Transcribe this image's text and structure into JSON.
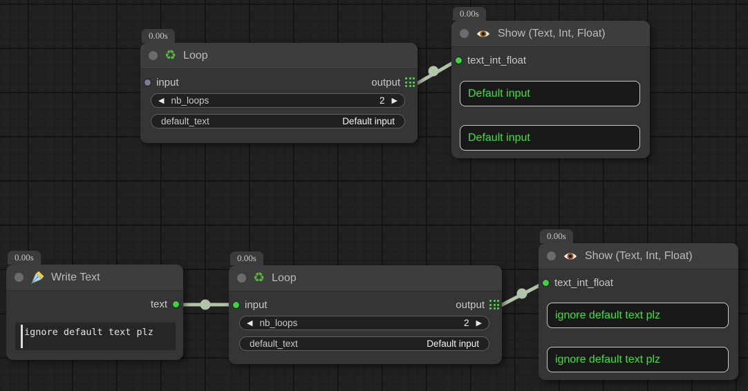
{
  "nodes": {
    "loop_top": {
      "timer": "0.00s",
      "title": "Loop",
      "icon": "recycle-icon",
      "icon_glyph": "♻",
      "input_label": "input",
      "output_label": "output",
      "widgets": {
        "nb_loops": {
          "label": "nb_loops",
          "value": "2",
          "dec_arrow": "◀",
          "inc_arrow": "▶"
        },
        "default_text": {
          "label": "default_text",
          "value": "Default input"
        }
      }
    },
    "show_top": {
      "timer": "0.00s",
      "title": "Show (Text, Int, Float)",
      "icon": "eye-icon",
      "input_label": "text_int_float",
      "boxes": [
        "Default input",
        "Default input"
      ]
    },
    "write_text": {
      "timer": "0.00s",
      "title": "Write Text",
      "icon": "pen-icon",
      "output_label": "text",
      "textarea_value": "ignore default text plz"
    },
    "loop_bottom": {
      "timer": "0.00s",
      "title": "Loop",
      "icon": "recycle-icon",
      "icon_glyph": "♻",
      "input_label": "input",
      "output_label": "output",
      "widgets": {
        "nb_loops": {
          "label": "nb_loops",
          "value": "2",
          "dec_arrow": "◀",
          "inc_arrow": "▶"
        },
        "default_text": {
          "label": "default_text",
          "value": "Default input"
        }
      }
    },
    "show_bottom": {
      "timer": "0.00s",
      "title": "Show (Text, Int, Float)",
      "icon": "eye-icon",
      "input_label": "text_int_float",
      "boxes": [
        "ignore default text plz",
        "ignore default text plz"
      ]
    }
  },
  "colors": {
    "canvas_bg": "#212121",
    "node_bg": "#353535",
    "node_title_bg": "#3d3d3d",
    "green_text": "#3ce53c",
    "link": "#b2c4a9",
    "slot_connected": "#3fd23f",
    "slot_unconnected": "#7f7b96",
    "grid_icon_green": "#4ccf4c"
  }
}
